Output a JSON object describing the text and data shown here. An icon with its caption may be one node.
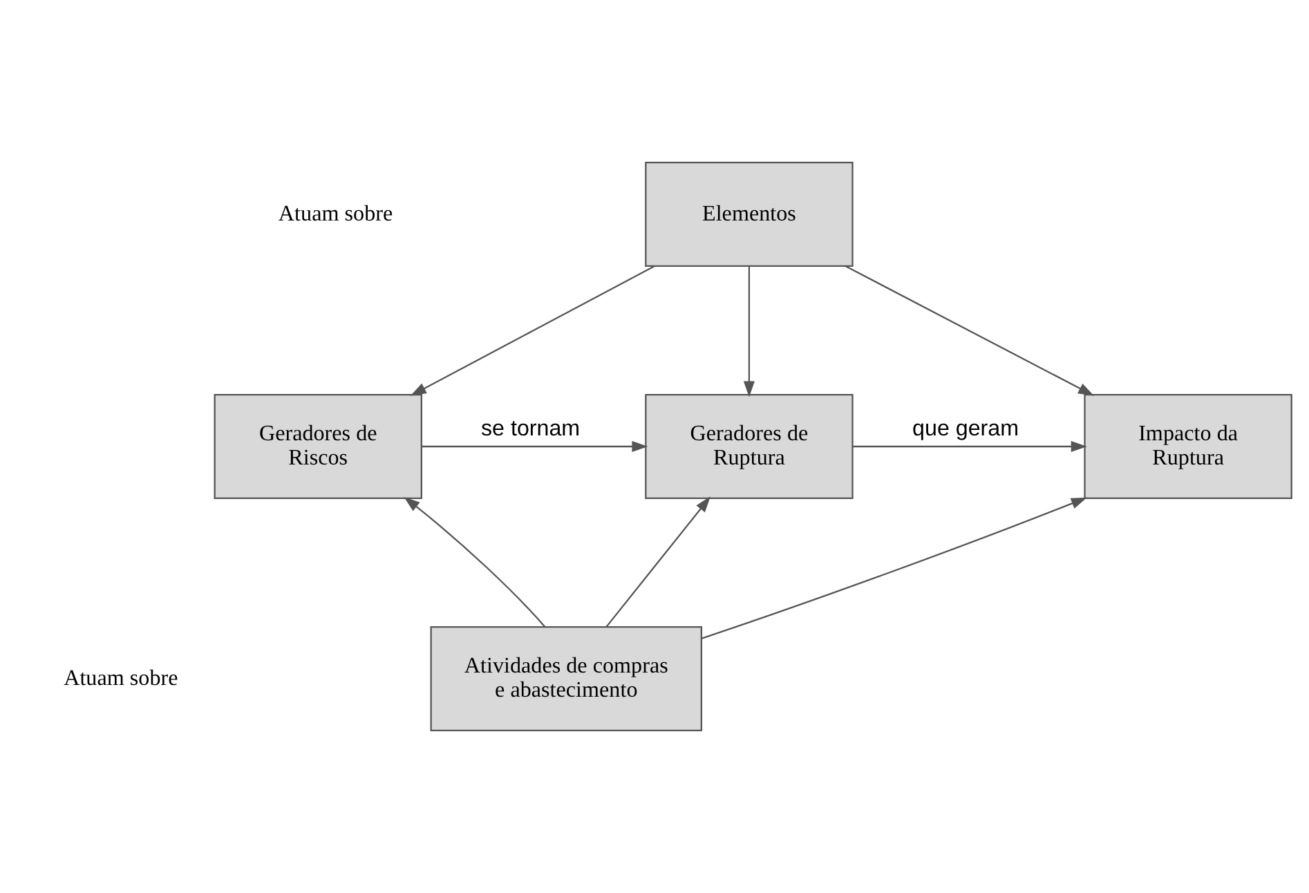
{
  "diagram": {
    "nodes": [
      {
        "text": [
          "Elementos"
        ]
      },
      {
        "text": [
          "Geradores de Riscos"
        ]
      },
      {
        "text": [
          "Geradores de Ruptura"
        ]
      },
      {
        "text": [
          "Impacto da Ruptura"
        ]
      },
      {
        "text": [
          "Atividades de compras e abastecimento"
        ]
      }
    ],
    "edges": [
      {
        "from": 0,
        "to": 1,
        "arrow": "to"
      },
      {
        "from": 0,
        "to": 2,
        "arrow": "to"
      },
      {
        "from": 0,
        "to": 3,
        "arrow": "to"
      },
      {
        "from": 1,
        "to": 2,
        "arrow": "to",
        "label": "se tornam"
      },
      {
        "from": 2,
        "to": 3,
        "arrow": "to",
        "label": "que geram"
      },
      {
        "from": 4,
        "to": 1,
        "arrow": "to"
      },
      {
        "from": 4,
        "to": 2,
        "arrow": "to"
      },
      {
        "from": 4,
        "to": 3,
        "arrow": "to"
      }
    ],
    "labels": [
      "Atuam sobre",
      "Atuam sobre"
    ]
  }
}
